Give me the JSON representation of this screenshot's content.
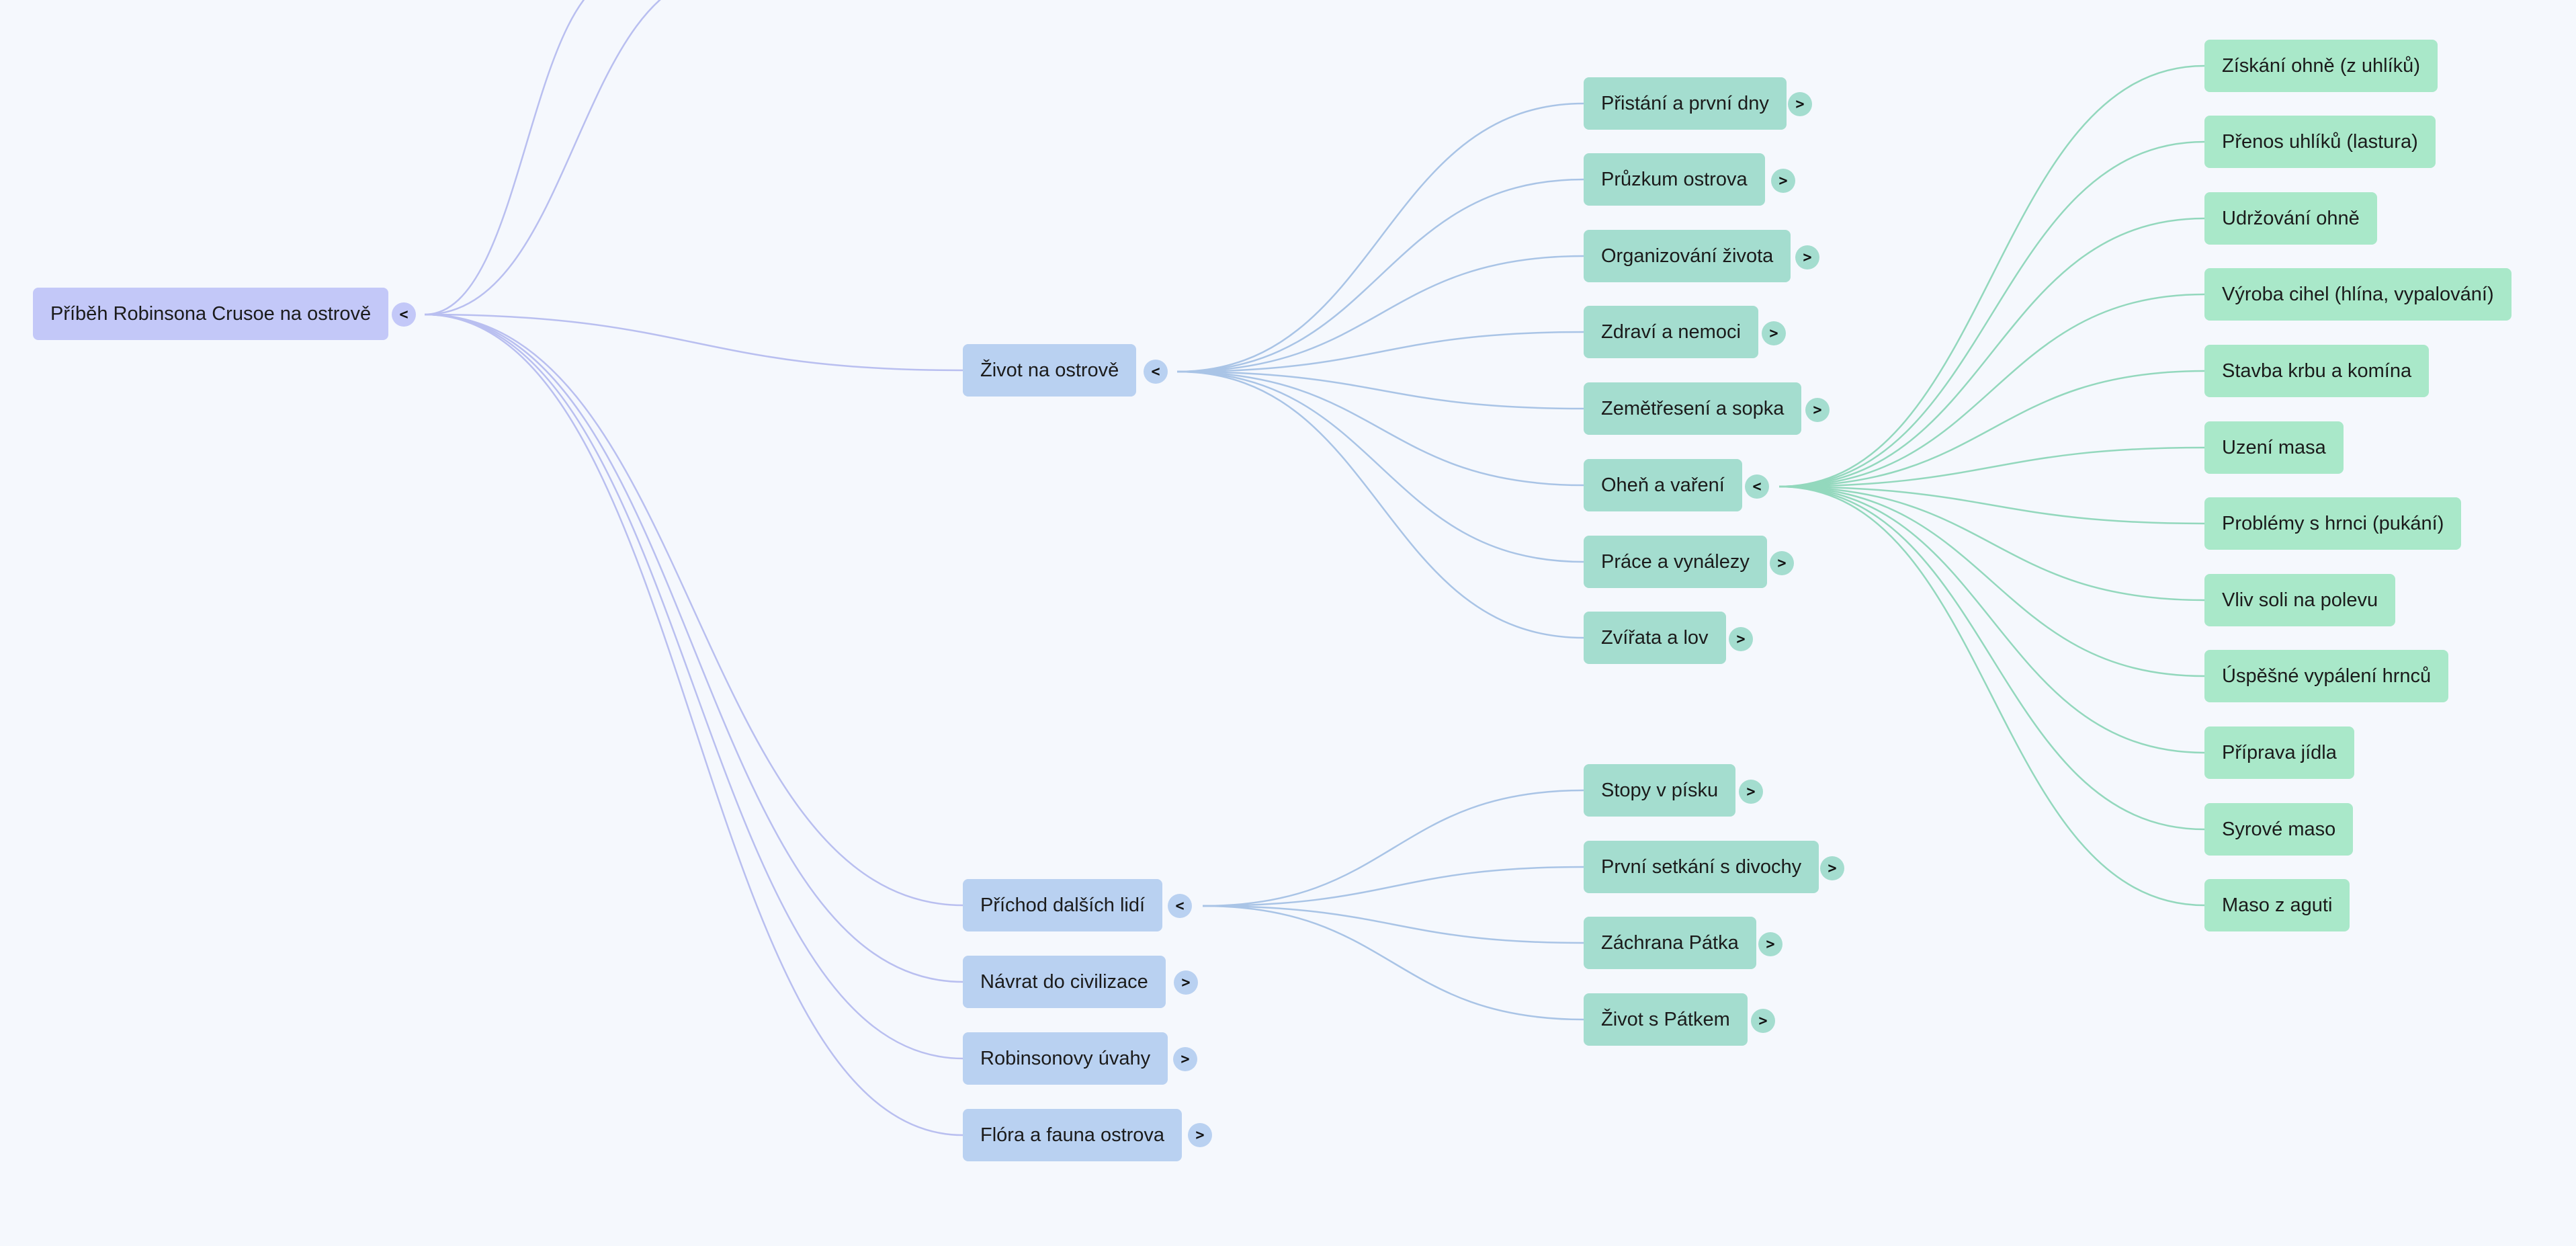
{
  "colors": {
    "background": "#f5f8fd",
    "root_node": "#c3c8f8",
    "level1_node": "#b9d1f1",
    "level2_node": "#a4ddcf",
    "level3_node": "#a9e8c9",
    "root_edge": "#b9bff0",
    "level1_edge": "#a9c4e6",
    "level2_edge": "#93d8bd"
  },
  "toggle_symbols": {
    "collapse": "<",
    "expand": ">"
  },
  "root": {
    "label": "Příběh Robinsona Crusoe na ostrově",
    "state": "collapse"
  },
  "level1": [
    {
      "label": "Život na ostrově",
      "state": "collapse"
    },
    {
      "label": "Příchod dalších lidí",
      "state": "collapse"
    },
    {
      "label": "Návrat do civilizace",
      "state": "expand"
    },
    {
      "label": "Robinsonovy úvahy",
      "state": "expand"
    },
    {
      "label": "Flóra a fauna ostrova",
      "state": "expand"
    }
  ],
  "zivot_children": [
    {
      "label": "Přistání a první dny",
      "state": "expand"
    },
    {
      "label": "Průzkum ostrova",
      "state": "expand"
    },
    {
      "label": "Organizování života",
      "state": "expand"
    },
    {
      "label": "Zdraví a nemoci",
      "state": "expand"
    },
    {
      "label": "Zemětřesení a sopka",
      "state": "expand"
    },
    {
      "label": "Oheň a vaření",
      "state": "collapse"
    },
    {
      "label": "Práce a vynálezy",
      "state": "expand"
    },
    {
      "label": "Zvířata a lov",
      "state": "expand"
    }
  ],
  "prichod_children": [
    {
      "label": "Stopy v písku",
      "state": "expand"
    },
    {
      "label": "První setkání s divochy",
      "state": "expand"
    },
    {
      "label": "Záchrana Pátka",
      "state": "expand"
    },
    {
      "label": "Život s Pátkem",
      "state": "expand"
    }
  ],
  "ohen_children": [
    {
      "label": "Získání ohně (z uhlíků)"
    },
    {
      "label": "Přenos uhlíků (lastura)"
    },
    {
      "label": "Udržování ohně"
    },
    {
      "label": "Výroba cihel (hlína, vypalování)"
    },
    {
      "label": "Stavba krbu a komína"
    },
    {
      "label": "Uzení masa"
    },
    {
      "label": "Problémy s hrnci (pukání)"
    },
    {
      "label": "Vliv soli na polevu"
    },
    {
      "label": "Úspěšné vypálení hrnců"
    },
    {
      "label": "Příprava jídla"
    },
    {
      "label": "Syrové maso"
    },
    {
      "label": "Maso z aguti"
    }
  ]
}
